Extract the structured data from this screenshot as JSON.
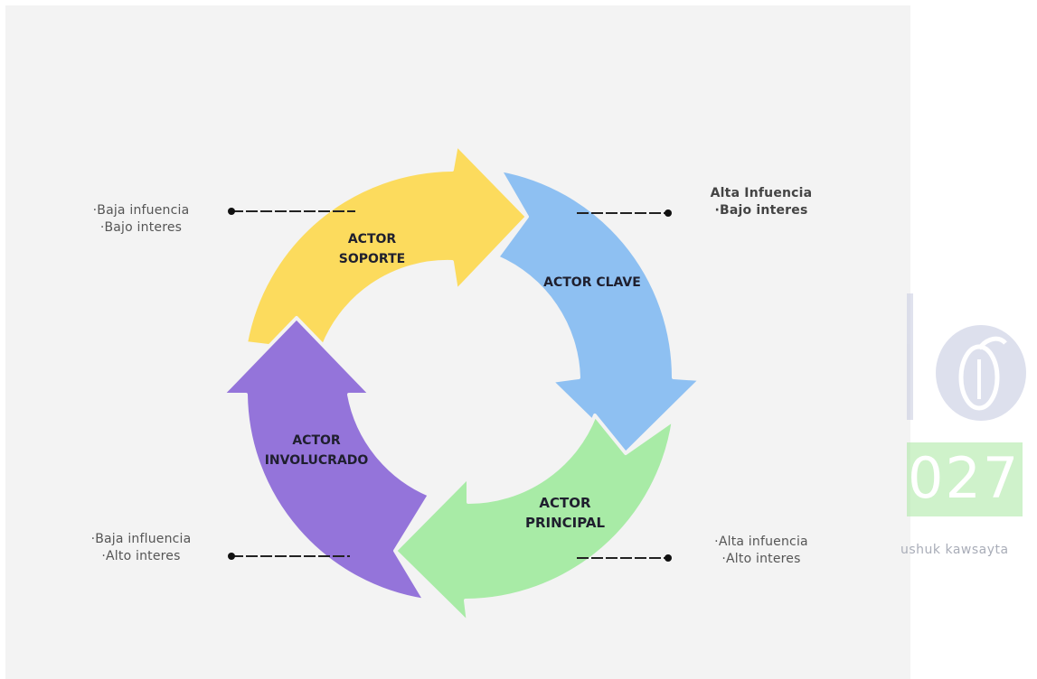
{
  "nodes": {
    "soporte": {
      "lines": [
        "ACTOR",
        "SOPORTE"
      ],
      "color": "#fcdb5d"
    },
    "clave": {
      "lines": [
        "ACTOR CLAVE"
      ],
      "color": "#8ec0f2"
    },
    "principal": {
      "lines": [
        "ACTOR",
        "PRINCIPAL"
      ],
      "color": "#a8eba6"
    },
    "involucrado": {
      "lines": [
        "ACTOR",
        "INVOLUCRADO"
      ],
      "color": "#9474da"
    }
  },
  "labels": {
    "top_left": [
      "·Baja infuencia",
      "·Bajo interes"
    ],
    "top_right": [
      "Alta Infuencia",
      "·Bajo interes"
    ],
    "bottom_left": [
      "·Baja influencia",
      "·Alto interes"
    ],
    "bottom_right": [
      "·Alta infuencia",
      "·Alto interes"
    ]
  },
  "watermark": {
    "number": "027",
    "tagline": "ushuk kawsayta"
  }
}
